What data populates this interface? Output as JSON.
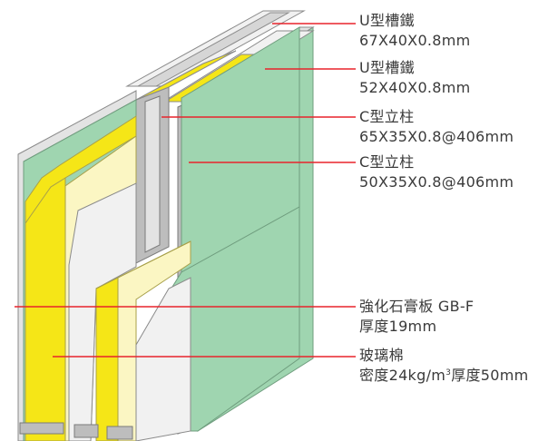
{
  "callouts": [
    {
      "name": "U型槽鐵",
      "spec": "67X40X0.8mm"
    },
    {
      "name": "U型槽鐵",
      "spec": "52X40X0.8mm"
    },
    {
      "name": "C型立柱",
      "spec": "65X35X0.8@406mm"
    },
    {
      "name": "C型立柱",
      "spec": "50X35X0.8@406mm"
    },
    {
      "name": "強化石膏板 GB-F",
      "spec": "厚度19mm"
    },
    {
      "name": "玻璃棉",
      "spec_prefix": "密度24kg/m",
      "spec_sup": "3",
      "spec_suffix": "厚度50mm"
    }
  ],
  "colors": {
    "leader_line": "#e8242c",
    "board_green": "#9fd5b0",
    "board_edge": "#d9d9d9",
    "insulation_yellow": "#f5e617",
    "insulation_cream": "#fbf6c3",
    "steel_gray": "#bdbdbd",
    "label_text": "#3a3a3a"
  }
}
